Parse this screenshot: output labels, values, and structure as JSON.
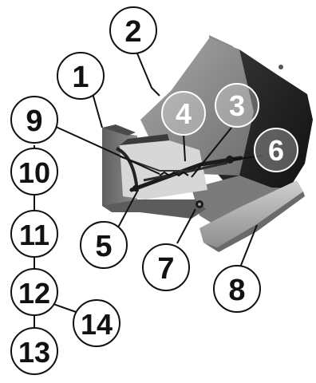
{
  "callouts": [
    {
      "id": "1",
      "label": "1"
    },
    {
      "id": "2",
      "label": "2"
    },
    {
      "id": "3",
      "label": "3"
    },
    {
      "id": "4",
      "label": "4"
    },
    {
      "id": "5",
      "label": "5"
    },
    {
      "id": "6",
      "label": "6"
    },
    {
      "id": "7",
      "label": "7"
    },
    {
      "id": "8",
      "label": "8"
    },
    {
      "id": "9",
      "label": "9"
    },
    {
      "id": "10",
      "label": "10"
    },
    {
      "id": "11",
      "label": "11"
    },
    {
      "id": "12",
      "label": "12"
    },
    {
      "id": "13",
      "label": "13"
    },
    {
      "id": "14",
      "label": "14"
    }
  ],
  "colors": {
    "outline": "#111111",
    "callout_fill": "#ffffff",
    "metal_light": "#9a9a9a",
    "metal_mid": "#6f6f6f",
    "metal_dark": "#2e2e2e",
    "metal_black": "#151515"
  }
}
